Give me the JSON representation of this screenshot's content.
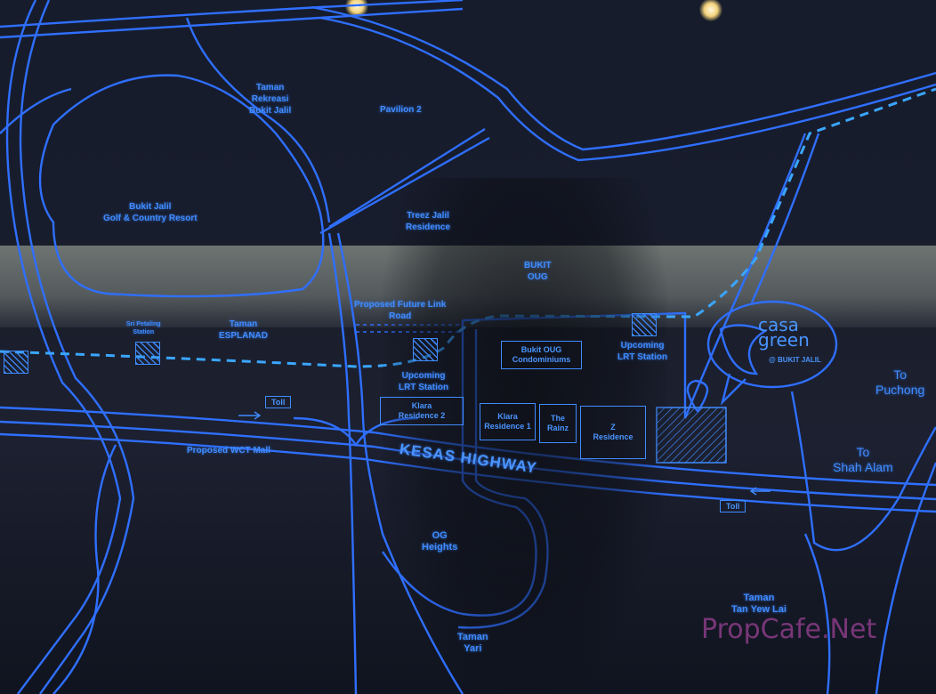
{
  "map": {
    "places": {
      "taman_rekreasi": "Taman\nRekreasi\nBukit Jalil",
      "pavilion": "Pavilion 2",
      "golf": "Bukit Jalil\nGolf & Country Resort",
      "treez": "Treez Jalil\nResidence",
      "bukit_oug": "BUKIT\nOUG",
      "future_link": "Proposed Future Link\nRoad",
      "taman_esplanad": "Taman\nESPLANAD",
      "sri_petaling": "Sri Petaling\nStation",
      "lrt_left": "Upcoming\nLRT Station",
      "lrt_right": "Upcoming\nLRT Station",
      "wct_mall": "Proposed WCT Mall",
      "og_heights": "OG\nHeights",
      "taman_yari": "Taman\nYari",
      "tan_yew_lai": "Taman\nTan Yew Lai",
      "to_puchong": "To\nPuchong",
      "to_shah_alam": "To\nShah Alam",
      "highway": "KESAS  HIGHWAY"
    },
    "developments": {
      "bukit_oug_condo": "Bukit OUG\nCondominiums",
      "klara2": "Klara\nResidence 2",
      "klara1": "Klara\nResidence 1",
      "rainz": "The\nRainz",
      "z_res": "Z\nResidence"
    },
    "tolls": {
      "toll_left": "Toll",
      "toll_right": "Toll"
    },
    "brand": {
      "name": "casa\ngreen",
      "sub": "@ BUKIT JALIL"
    },
    "watermark": "PropCafe.Net"
  },
  "colors": {
    "line": "#2f6fff",
    "label": "#3f8cff",
    "watermark": "#8a3c86"
  }
}
